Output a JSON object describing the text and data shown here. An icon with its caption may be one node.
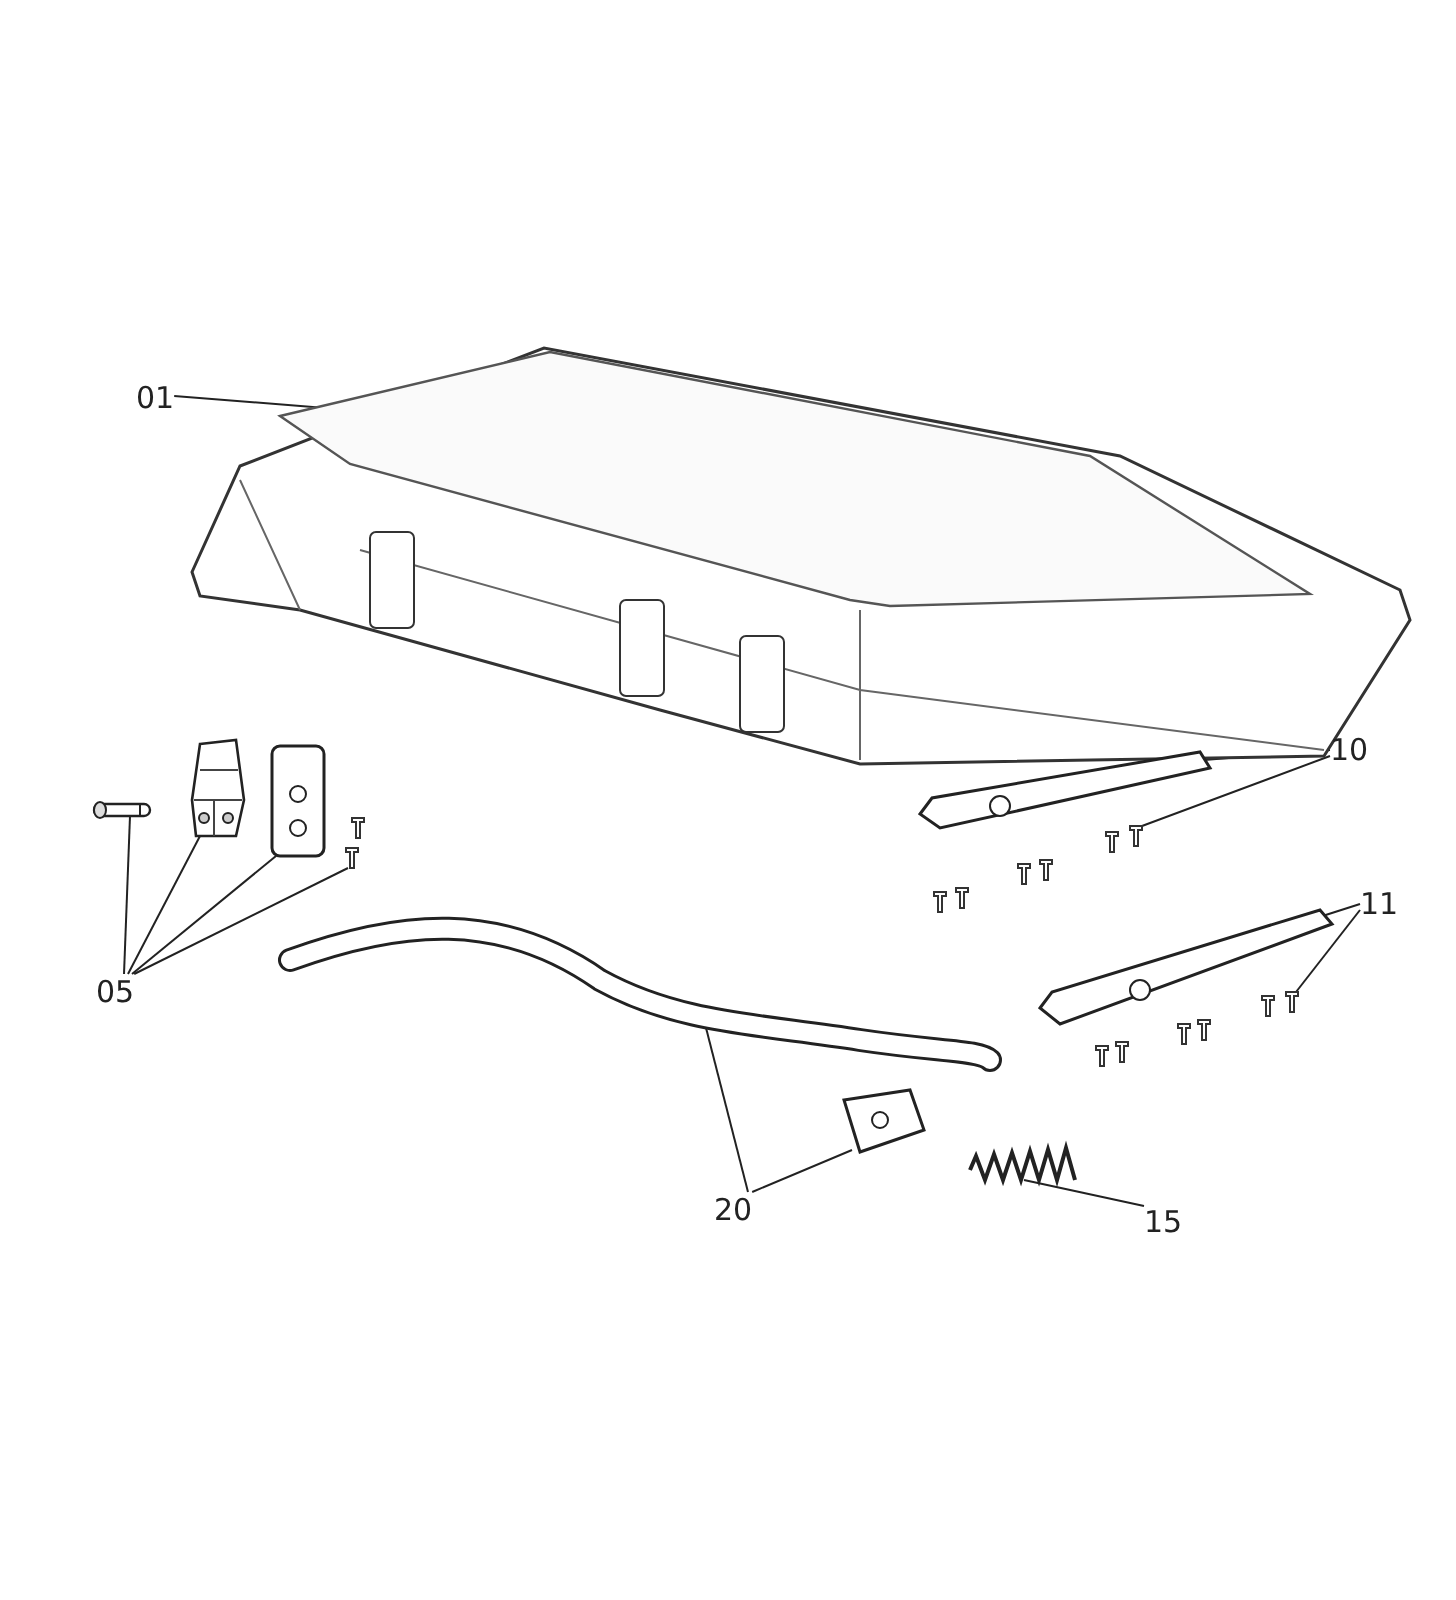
{
  "diagram": {
    "nodes": [
      {
        "text": [
          "01"
        ]
      },
      {
        "text": [],
        "shape": "picture"
      },
      {
        "text": [
          "10"
        ]
      },
      {
        "text": [],
        "shape": "picture"
      },
      {
        "text": [],
        "shape": "picture"
      },
      {
        "text": [
          "11"
        ]
      },
      {
        "text": [],
        "shape": "picture"
      },
      {
        "text": [],
        "shape": "picture"
      },
      {
        "text": [
          "05"
        ]
      },
      {
        "text": [],
        "shape": "picture"
      },
      {
        "text": [],
        "shape": "picture"
      },
      {
        "text": [],
        "shape": "picture"
      },
      {
        "text": [],
        "shape": "picture"
      },
      {
        "text": [
          "20"
        ]
      },
      {
        "text": [],
        "shape": "picture"
      },
      {
        "text": [],
        "shape": "picture"
      },
      {
        "text": [
          "15"
        ]
      },
      {
        "text": [],
        "shape": "picture"
      }
    ],
    "edges": [
      {
        "from": 0,
        "to": 1,
        "arrow": "none"
      },
      {
        "from": 2,
        "to": 3,
        "arrow": "none"
      },
      {
        "from": 2,
        "to": 4,
        "arrow": "none"
      },
      {
        "from": 5,
        "to": 6,
        "arrow": "none"
      },
      {
        "from": 5,
        "to": 7,
        "arrow": "none"
      },
      {
        "from": 8,
        "to": 9,
        "arrow": "none"
      },
      {
        "from": 8,
        "to": 10,
        "arrow": "none"
      },
      {
        "from": 8,
        "to": 11,
        "arrow": "none"
      },
      {
        "from": 8,
        "to": 12,
        "arrow": "none"
      },
      {
        "from": 13,
        "to": 14,
        "arrow": "none"
      },
      {
        "from": 13,
        "to": 15,
        "arrow": "none"
      },
      {
        "from": 16,
        "to": 17,
        "arrow": "none"
      }
    ]
  }
}
